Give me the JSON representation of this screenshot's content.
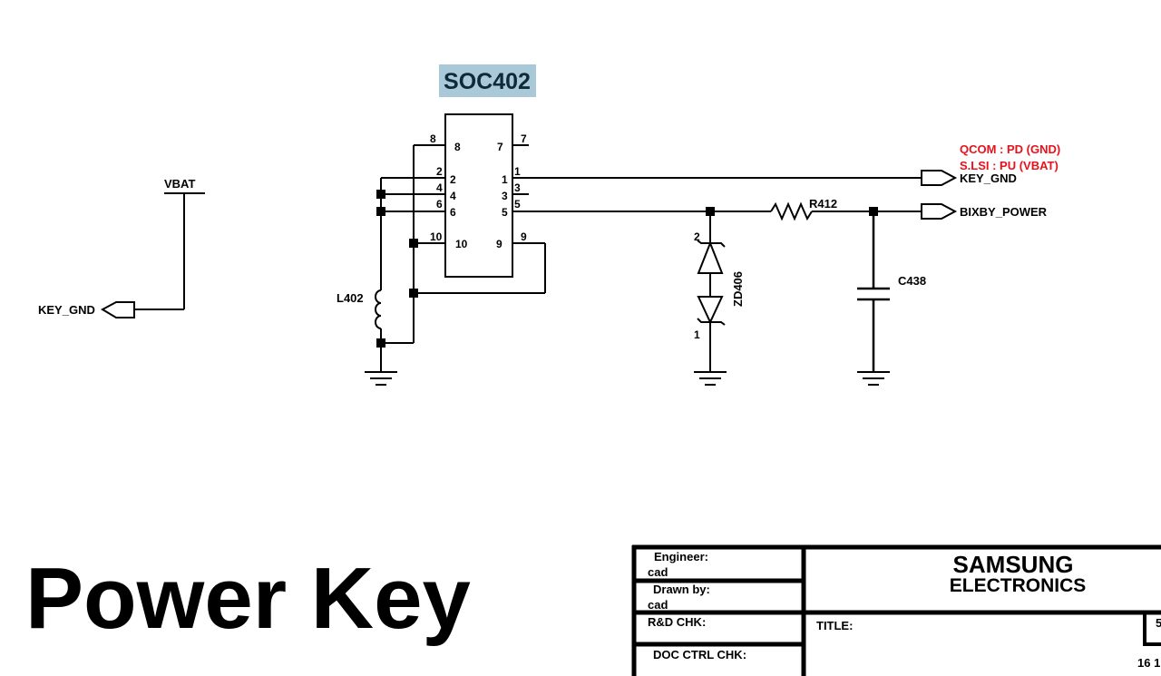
{
  "component": {
    "ref": "SOC402",
    "highlight_color": "#a9c8d8",
    "inner_pins": [
      "8",
      "7",
      "2",
      "1",
      "4",
      "3",
      "6",
      "5",
      "10",
      "9"
    ],
    "outer_pins": [
      "8",
      "7",
      "2",
      "1",
      "4",
      "3",
      "6",
      "5",
      "10",
      "9"
    ]
  },
  "left_net": {
    "supply": "VBAT",
    "port": "KEY_GND"
  },
  "inductor": {
    "ref": "L402"
  },
  "outputs": {
    "key_gnd": "KEY_GND",
    "bixby_power": "BIXBY_POWER",
    "note_line1": "QCOM : PD (GND)",
    "note_line2": "S.LSI : PU (VBAT)",
    "note_color": "#e8121b"
  },
  "resistor": {
    "ref": "R412"
  },
  "zener": {
    "ref": "ZD406",
    "pin_top": "2",
    "pin_bottom": "1"
  },
  "capacitor": {
    "ref": "C438"
  },
  "page_title": "Power Key",
  "title_block": {
    "engineer_label": "Engineer:",
    "engineer_value": "cad",
    "drawn_label": "Drawn by:",
    "drawn_value": "cad",
    "rd_chk_label": "R&D CHK:",
    "doc_ctrl_label": "DOC CTRL CHK:",
    "company_line1": "SAMSUNG",
    "company_line2": "ELECTRONICS",
    "title_label": "TITLE:",
    "corner_char": "5",
    "page_number": "16 1"
  }
}
